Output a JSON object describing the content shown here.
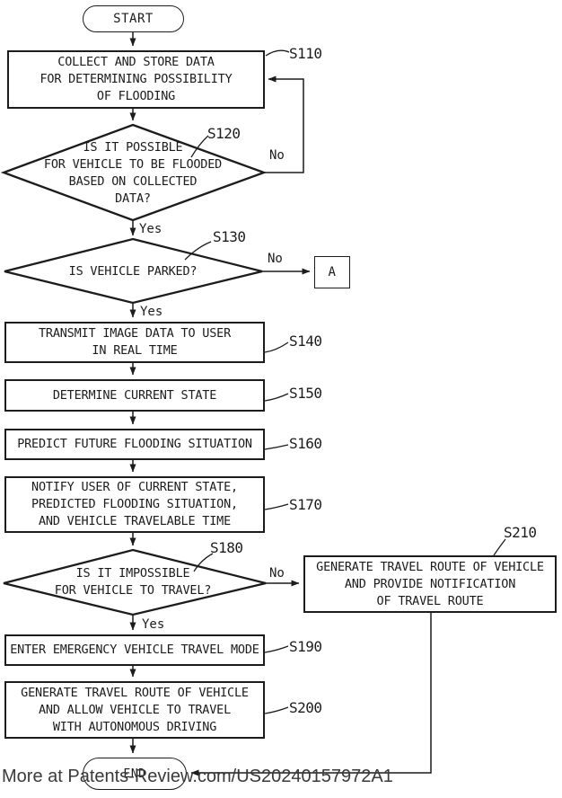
{
  "diagram": {
    "title_hint": "Patent flowchart - vehicle flooding response method",
    "start_label": "START",
    "end_label": "END",
    "connector_label": "A",
    "yes": "Yes",
    "no": "No",
    "steps": {
      "s110": {
        "id": "S110",
        "text": "COLLECT AND STORE DATA\nFOR DETERMINING POSSIBILITY\nOF FLOODING"
      },
      "s120": {
        "id": "S120",
        "text": "IS IT POSSIBLE\nFOR VEHICLE TO BE FLOODED\nBASED ON COLLECTED\nDATA?"
      },
      "s130": {
        "id": "S130",
        "text": "IS VEHICLE PARKED?"
      },
      "s140": {
        "id": "S140",
        "text": "TRANSMIT IMAGE DATA TO USER\nIN REAL TIME"
      },
      "s150": {
        "id": "S150",
        "text": "DETERMINE CURRENT STATE"
      },
      "s160": {
        "id": "S160",
        "text": "PREDICT FUTURE FLOODING SITUATION"
      },
      "s170": {
        "id": "S170",
        "text": "NOTIFY USER OF CURRENT STATE,\nPREDICTED FLOODING SITUATION,\nAND VEHICLE TRAVELABLE TIME"
      },
      "s180": {
        "id": "S180",
        "text": "IS IT IMPOSSIBLE\nFOR VEHICLE TO TRAVEL?"
      },
      "s190": {
        "id": "S190",
        "text": "ENTER EMERGENCY VEHICLE TRAVEL MODE"
      },
      "s200": {
        "id": "S200",
        "text": "GENERATE TRAVEL ROUTE OF VEHICLE\nAND ALLOW VEHICLE TO TRAVEL\nWITH AUTONOMOUS DRIVING"
      },
      "s210": {
        "id": "S210",
        "text": "GENERATE TRAVEL ROUTE OF VEHICLE\nAND PROVIDE NOTIFICATION\nOF TRAVEL ROUTE"
      }
    },
    "watermark": "More at Patents-Review.com/US20240157972A1",
    "colors": {
      "line": "#1c1c1c",
      "text": "#1c1c1c",
      "watermark": "#3a3a3a",
      "background": "#ffffff"
    }
  }
}
